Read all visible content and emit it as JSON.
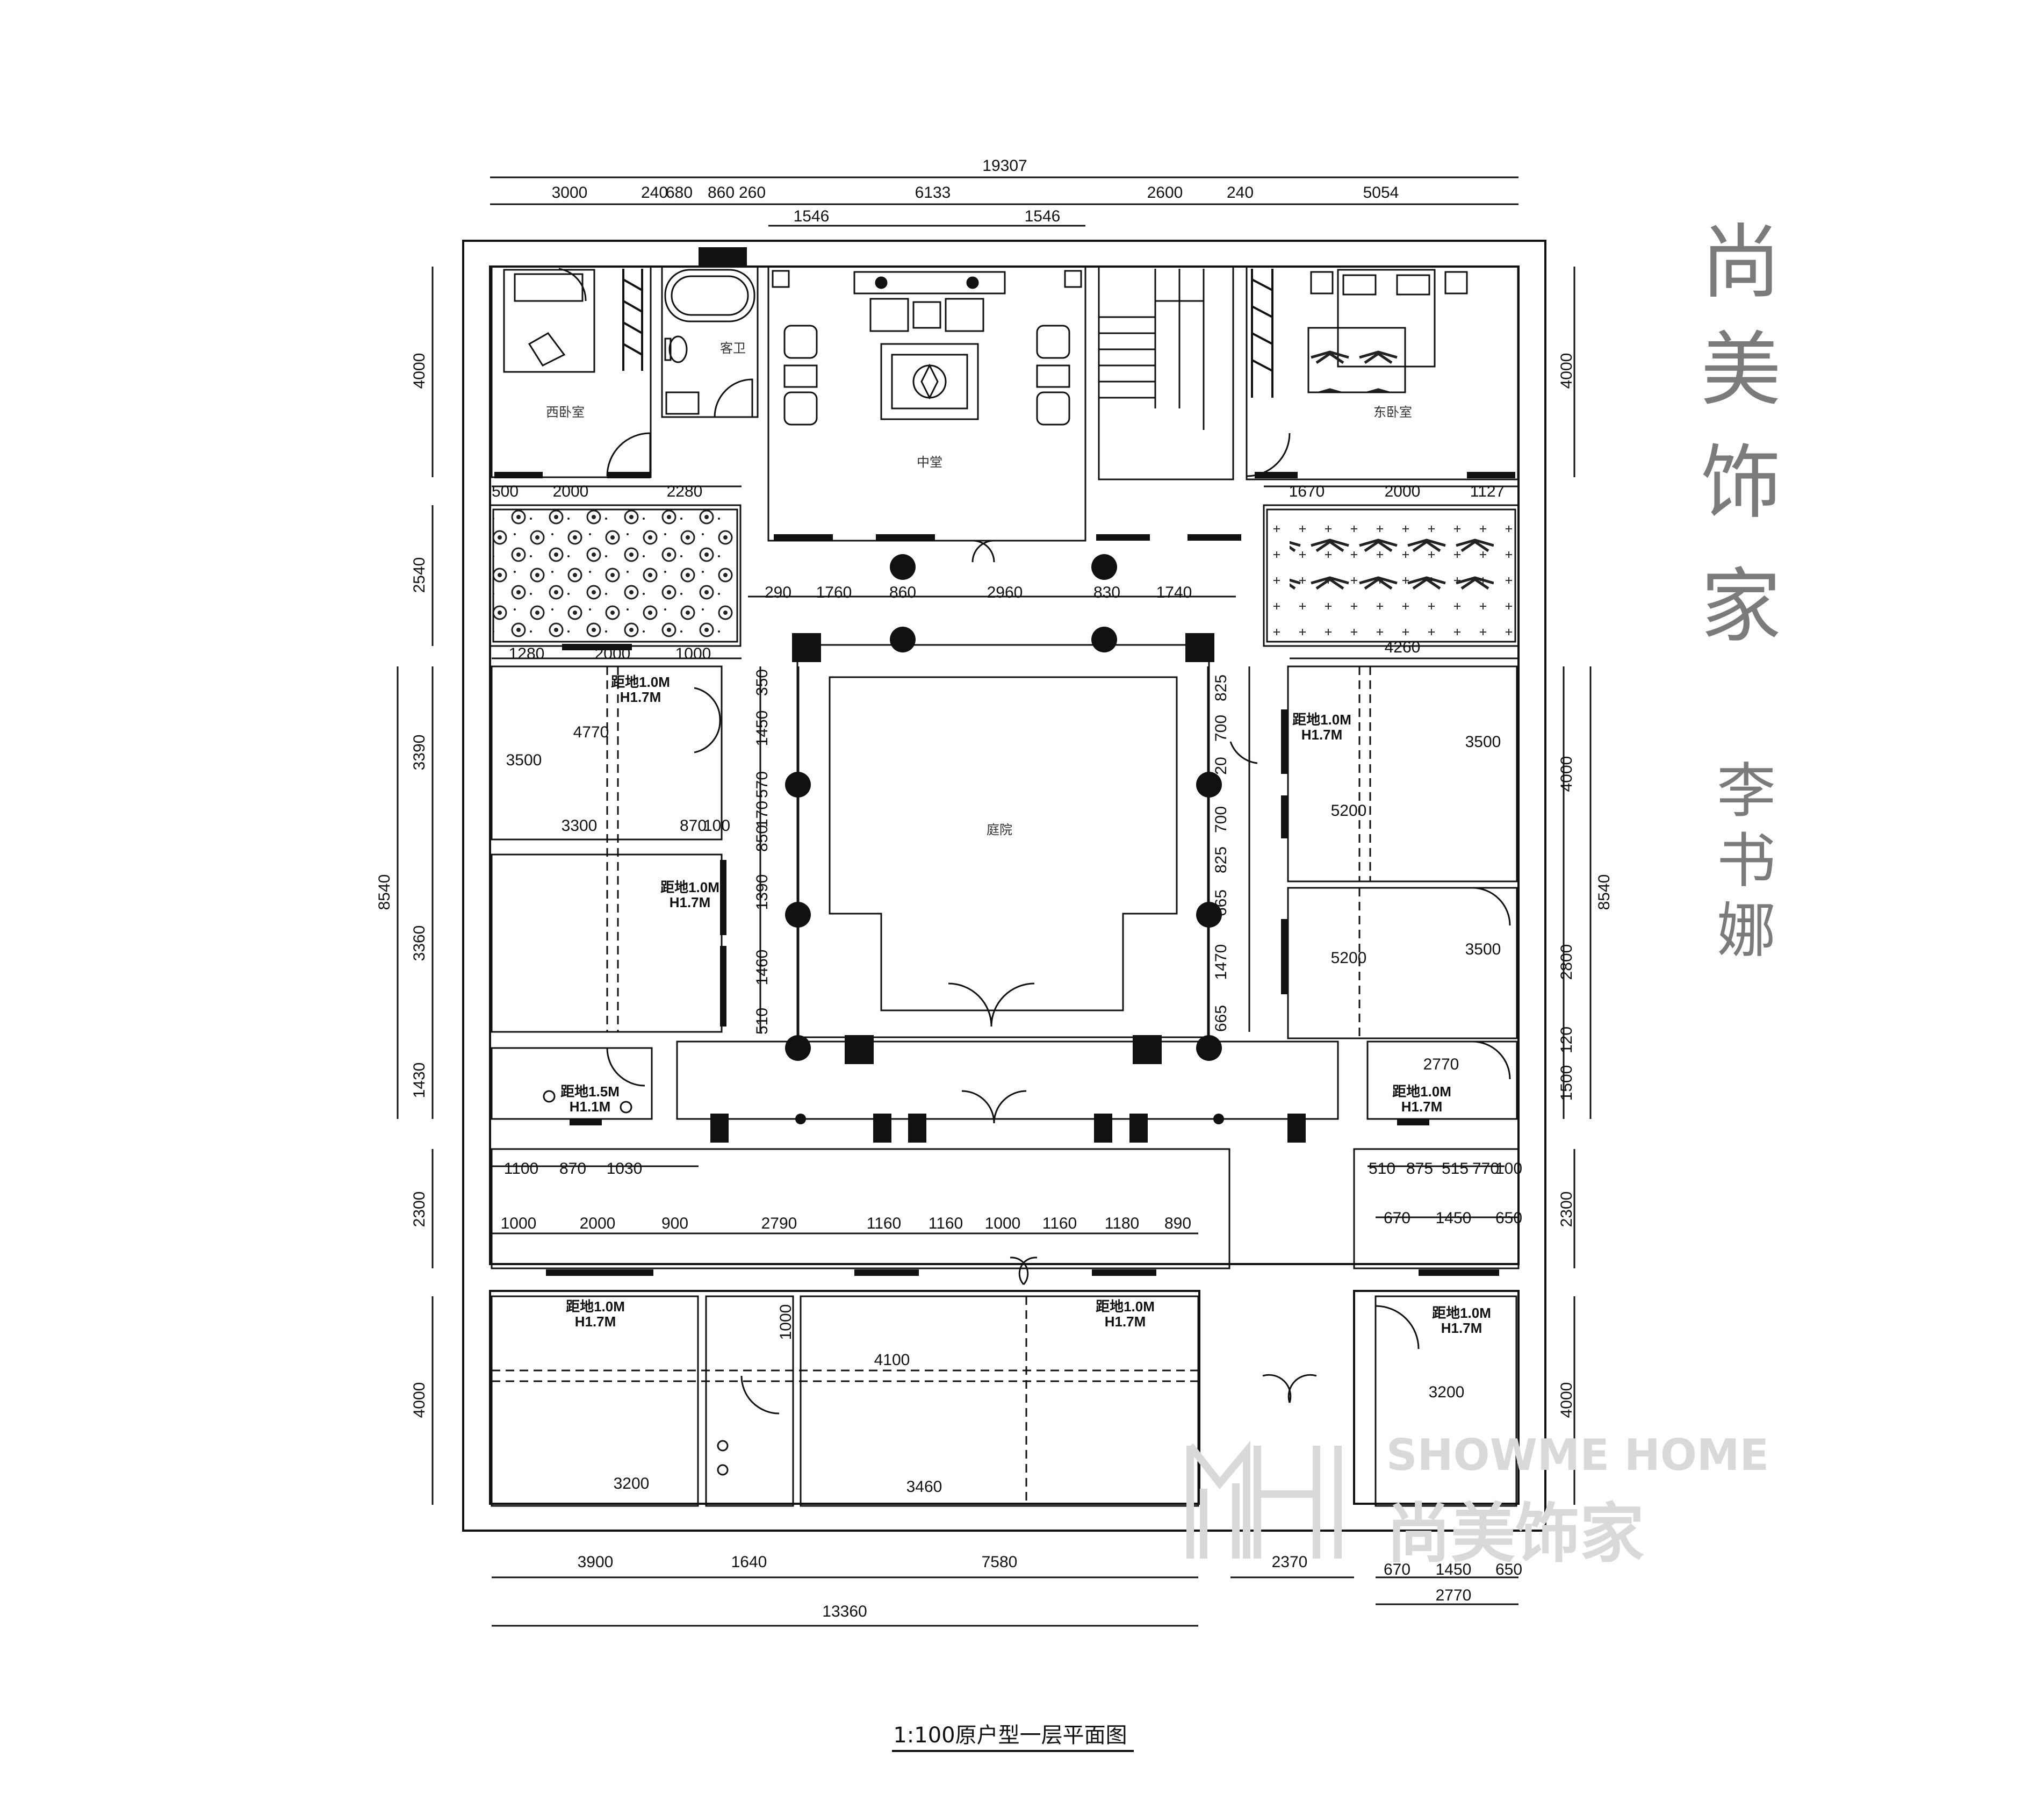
{
  "title": "1:100原户型一层平面图",
  "calligraphy": {
    "brand": [
      "尚",
      "美",
      "饰",
      "家"
    ],
    "signature": [
      "李",
      "书",
      "娜"
    ]
  },
  "watermark": {
    "en": "SHOWME HOME",
    "cn": "尚美饰家"
  },
  "rooms": {
    "west_bedroom": "西卧室",
    "guest_bath": "客卫",
    "main_hall": "中堂",
    "east_bedroom": "东卧室",
    "courtyard": "庭院"
  },
  "window_notes": {
    "sill_1_0": "距地1.0M",
    "sill_1_5": "距地1.5M",
    "h_1_7": "H1.7M",
    "h_1_1": "H1.1M"
  },
  "dims": {
    "top_total": "19307",
    "top_row": [
      "3000",
      "240",
      "680",
      "860",
      "260",
      "6133",
      "2600",
      "240",
      "5054"
    ],
    "top_sub": [
      "1546",
      "1546"
    ],
    "left_top": [
      "4000",
      "2540"
    ],
    "left_mid": [
      "3390",
      "3360",
      "1430"
    ],
    "left_total": "8540",
    "left_low": [
      "2300",
      "4000"
    ],
    "right_top": [
      "4000"
    ],
    "right_mid": [
      "4000",
      "2800",
      "120",
      "1500"
    ],
    "right_total": "8540",
    "right_low": [
      "2300",
      "4000"
    ],
    "row_370": [
      "500",
      "2000",
      "2280",
      "1670",
      "2000",
      "1127"
    ],
    "row_450": [
      "290",
      "1760",
      "860",
      "2960",
      "830",
      "1740"
    ],
    "row_495": [
      "1280",
      "2000",
      "1000",
      "4260"
    ],
    "court_left": [
      "350",
      "1450",
      "570",
      "170",
      "850",
      "1390",
      "1460",
      "510"
    ],
    "court_right": [
      "825",
      "700",
      "20",
      "700",
      "825",
      "665",
      "1470",
      "665"
    ],
    "west_room": [
      "4770",
      "3500",
      "3300",
      "870",
      "100"
    ],
    "east_room": [
      "3500",
      "5200",
      "5200",
      "3500",
      "2770"
    ],
    "row_890": [
      "1100",
      "870",
      "1030",
      "510",
      "875",
      "515",
      "770",
      "100"
    ],
    "row_930": [
      "1000",
      "2000",
      "900",
      "2790",
      "1160",
      "1160",
      "1000",
      "1160",
      "1180",
      "890",
      "670",
      "1450",
      "650"
    ],
    "south": [
      "1000",
      "4100",
      "3200",
      "3460",
      "3200"
    ],
    "bottom_row": [
      "3900",
      "1640",
      "7580",
      "2370",
      "670",
      "1450",
      "650"
    ],
    "bottom_total": "13360",
    "bottom_right_total": "2770"
  }
}
